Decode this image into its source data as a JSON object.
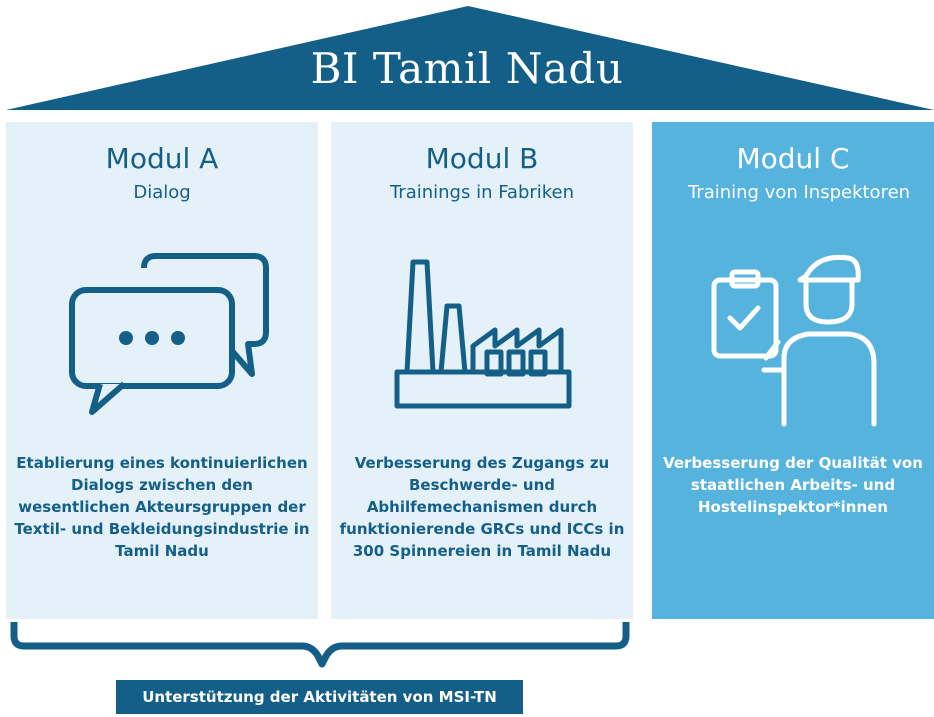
{
  "title": "BI Tamil Nadu",
  "modules": [
    {
      "title": "Modul A",
      "subtitle": "Dialog",
      "icon": "speech-bubbles-icon",
      "description": "Etablierung eines kontinuierlichen Dialogs zwischen den wesentlichen Akteursgruppen der Textil- und Bekleidungsindustrie in Tamil Nadu"
    },
    {
      "title": "Modul B",
      "subtitle": "Trainings in Fabriken",
      "icon": "factory-icon",
      "description": "Verbesserung des Zugangs zu Beschwerde- und Abhilfemechanismen durch funktionierende GRCs und ICCs in 300 Spinnereien in Tamil Nadu"
    },
    {
      "title": "Modul C",
      "subtitle": "Training von Inspektoren",
      "icon": "inspector-icon",
      "description": "Verbesserung der Qualität von staatlichen Arbeits- und Hostelinspektor*innen"
    }
  ],
  "bottom_label": "Unterstützung der Aktivitäten von MSI-TN",
  "colors": {
    "dark_blue": "#145f88",
    "light_panel": "#e5f1f9",
    "accent_panel": "#56b3de"
  }
}
